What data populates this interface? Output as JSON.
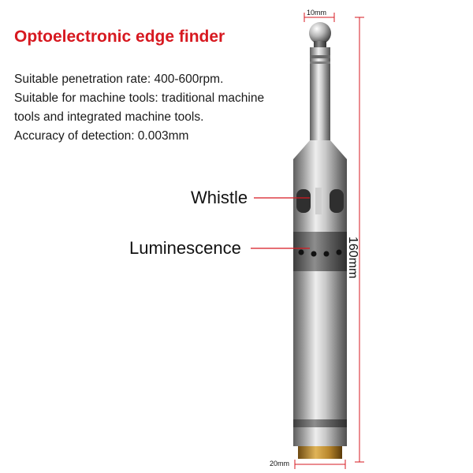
{
  "title": "Optoelectronic edge finder",
  "specs": [
    "Suitable penetration rate: 400-600rpm.",
    "Suitable for machine tools: traditional machine",
    "tools and integrated machine tools.",
    "Accuracy of detection: 0.003mm"
  ],
  "callouts": {
    "whistle": "Whistle",
    "luminescence": "Luminescence"
  },
  "dimensions": {
    "top_width": "10mm",
    "length": "160mm",
    "bottom_width": "20mm"
  },
  "colors": {
    "title": "#d71920",
    "dimension_lines": "#d71920"
  }
}
